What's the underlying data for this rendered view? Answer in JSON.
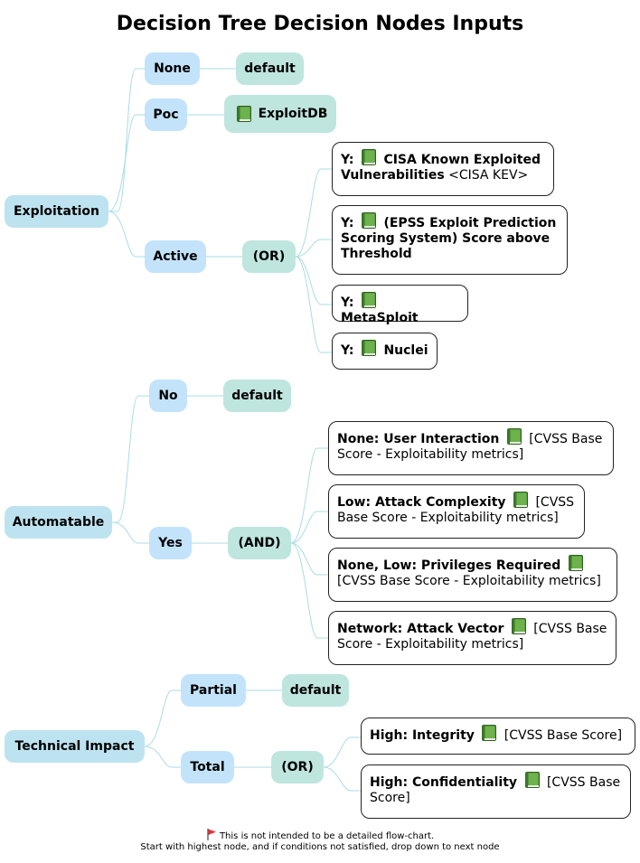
{
  "title": "Decision Tree Decision Nodes Inputs",
  "colors": {
    "root": "#bde3f0",
    "level1": "#c3e3fb",
    "level2": "#bfe5df",
    "edge": "#a9dde4",
    "leaf_border": "#222222",
    "flag": "#e8343b"
  },
  "exploitation": {
    "label": "Exploitation",
    "none_label": "None",
    "none_default": "default",
    "poc_label": "Poc",
    "poc_source": "ExploitDB",
    "active_label": "Active",
    "active_op": "(OR)",
    "leaves": [
      {
        "prefix": "Y:",
        "bold": "CISA Known Exploited Vulnerabilities",
        "rest": "<CISA KEV>"
      },
      {
        "prefix": "Y:",
        "bold": "(EPSS Exploit Prediction Scoring System) Score above Threshold",
        "rest": ""
      },
      {
        "prefix": "Y:",
        "bold": "MetaSploit",
        "rest": ""
      },
      {
        "prefix": "Y:",
        "bold": "Nuclei",
        "rest": ""
      }
    ]
  },
  "automatable": {
    "label": "Automatable",
    "no_label": "No",
    "no_default": "default",
    "yes_label": "Yes",
    "yes_op": "(AND)",
    "leaves": [
      {
        "bold": "None: User Interaction",
        "rest": "[CVSS Base Score - Exploitability metrics]"
      },
      {
        "bold": "Low: Attack Complexity",
        "rest": "[CVSS Base Score - Exploitability metrics]"
      },
      {
        "bold": "None, Low: Privileges Required",
        "rest": "[CVSS Base Score - Exploitability metrics]"
      },
      {
        "bold": "Network: Attack Vector",
        "rest": "[CVSS Base Score - Exploitability metrics]"
      }
    ]
  },
  "technical_impact": {
    "label": "Technical Impact",
    "partial_label": "Partial",
    "partial_default": "default",
    "total_label": "Total",
    "total_op": "(OR)",
    "leaves": [
      {
        "bold": "High: Integrity",
        "rest": "[CVSS Base Score]"
      },
      {
        "bold": "High: Confidentiality",
        "rest": "[CVSS Base Score]"
      }
    ]
  },
  "footer": {
    "line1": "This is not intended to be a detailed flow-chart.",
    "line2": "Start with highest node, and if conditions not satisfied, drop down to next node",
    "flag_icon": "red-flag-icon"
  }
}
